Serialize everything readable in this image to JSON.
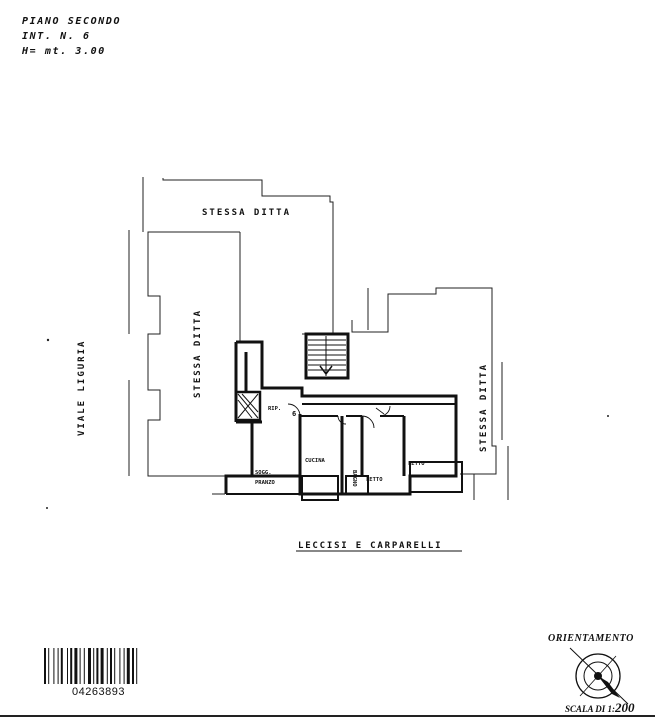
{
  "header": {
    "line1": "PIANO SECONDO",
    "line2": "INT. N. 6",
    "line3": "H= mt. 3.00"
  },
  "plan": {
    "neighbor_top": "STESSA DITTA",
    "neighbor_left": "STESSA DITTA",
    "neighbor_right": "STESSA DITTA",
    "street_left": "VIALE LIGURIA",
    "neighbor_bottom": "LECCISI E CARPARELLI",
    "rooms": {
      "soggiorno_line1": "SOGG.",
      "soggiorno_line2": "PRANZO",
      "cucina": "CUCINA",
      "bagno": "BAGNO",
      "letto_a": "LETTO",
      "letto_b": "LETTO",
      "ripostiglio": "RIP.",
      "unit_number": "6"
    }
  },
  "footer": {
    "barcode_number": "04263893",
    "orientation_label": "ORIENTAMENTO",
    "scale_prefix": "SCALA DI 1:",
    "scale_value": "200"
  }
}
